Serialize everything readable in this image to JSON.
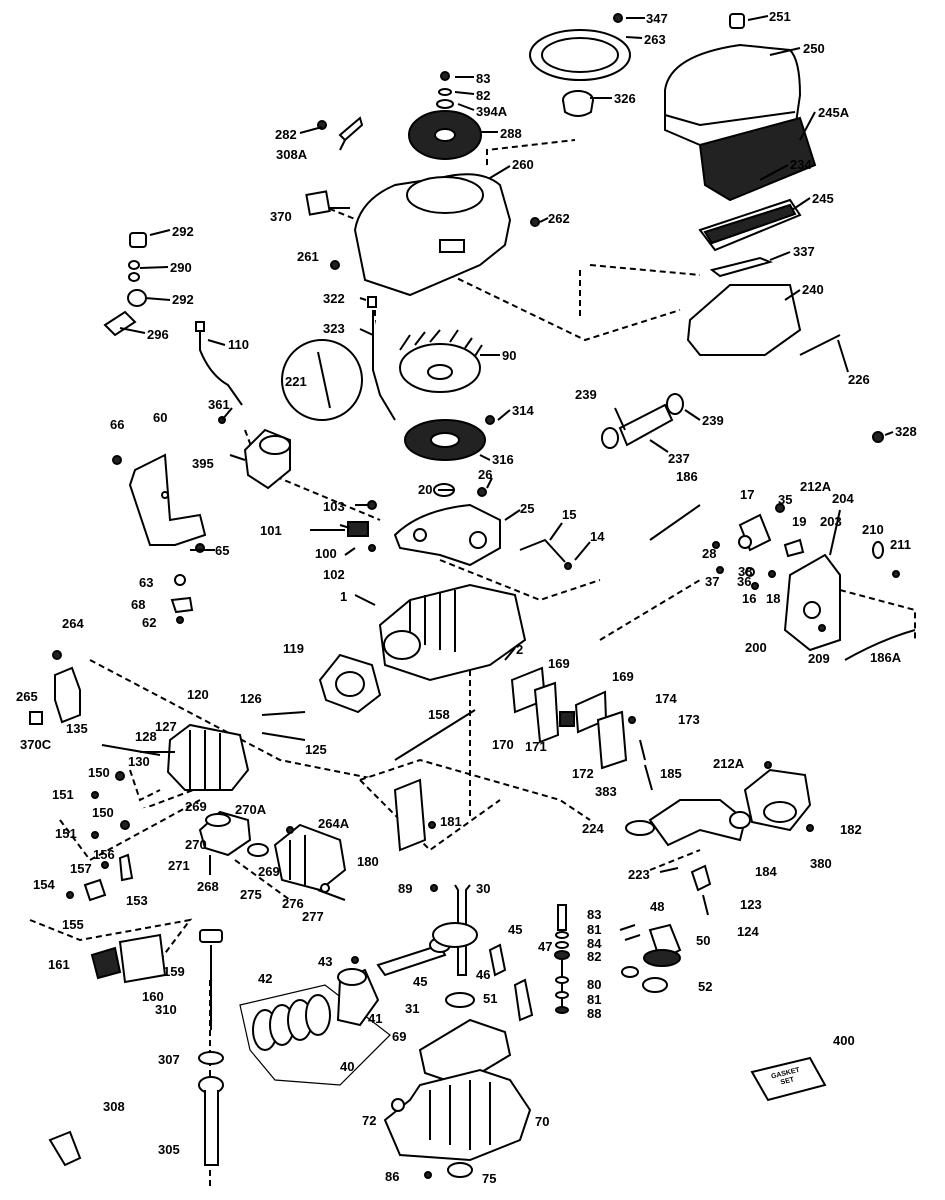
{
  "callouts": [
    {
      "label": "347"
    },
    {
      "label": "263"
    },
    {
      "label": "251"
    },
    {
      "label": "250"
    },
    {
      "label": "83"
    },
    {
      "label": "82"
    },
    {
      "label": "394A"
    },
    {
      "label": "326"
    },
    {
      "label": "282"
    },
    {
      "label": "308A"
    },
    {
      "label": "288"
    },
    {
      "label": "245A"
    },
    {
      "label": "260"
    },
    {
      "label": "234"
    },
    {
      "label": "370"
    },
    {
      "label": "245"
    },
    {
      "label": "292"
    },
    {
      "label": "290"
    },
    {
      "label": "262"
    },
    {
      "label": "261"
    },
    {
      "label": "337"
    },
    {
      "label": "292"
    },
    {
      "label": "322"
    },
    {
      "label": "240"
    },
    {
      "label": "296"
    },
    {
      "label": "323"
    },
    {
      "label": "110"
    },
    {
      "label": "90"
    },
    {
      "label": "221"
    },
    {
      "label": "226"
    },
    {
      "label": "239"
    },
    {
      "label": "361"
    },
    {
      "label": "314"
    },
    {
      "label": "239"
    },
    {
      "label": "66"
    },
    {
      "label": "60"
    },
    {
      "label": "237"
    },
    {
      "label": "328"
    },
    {
      "label": "395"
    },
    {
      "label": "316"
    },
    {
      "label": "186"
    },
    {
      "label": "20"
    },
    {
      "label": "26"
    },
    {
      "label": "17"
    },
    {
      "label": "212A"
    },
    {
      "label": "35"
    },
    {
      "label": "204"
    },
    {
      "label": "103"
    },
    {
      "label": "25"
    },
    {
      "label": "15"
    },
    {
      "label": "19"
    },
    {
      "label": "203"
    },
    {
      "label": "101"
    },
    {
      "label": "210"
    },
    {
      "label": "211"
    },
    {
      "label": "100"
    },
    {
      "label": "65"
    },
    {
      "label": "14"
    },
    {
      "label": "28"
    },
    {
      "label": "38"
    },
    {
      "label": "102"
    },
    {
      "label": "37"
    },
    {
      "label": "36"
    },
    {
      "label": "18"
    },
    {
      "label": "16"
    },
    {
      "label": "63"
    },
    {
      "label": "1"
    },
    {
      "label": "68"
    },
    {
      "label": "62"
    },
    {
      "label": "200"
    },
    {
      "label": "209"
    },
    {
      "label": "264"
    },
    {
      "label": "2"
    },
    {
      "label": "119"
    },
    {
      "label": "169"
    },
    {
      "label": "169"
    },
    {
      "label": "186A"
    },
    {
      "label": "265"
    },
    {
      "label": "120"
    },
    {
      "label": "126"
    },
    {
      "label": "174"
    },
    {
      "label": "370C"
    },
    {
      "label": "135"
    },
    {
      "label": "127"
    },
    {
      "label": "158"
    },
    {
      "label": "173"
    },
    {
      "label": "128"
    },
    {
      "label": "125"
    },
    {
      "label": "170"
    },
    {
      "label": "171"
    },
    {
      "label": "130"
    },
    {
      "label": "172"
    },
    {
      "label": "212A"
    },
    {
      "label": "150"
    },
    {
      "label": "383"
    },
    {
      "label": "185"
    },
    {
      "label": "151"
    },
    {
      "label": "269"
    },
    {
      "label": "270A"
    },
    {
      "label": "150"
    },
    {
      "label": "181"
    },
    {
      "label": "224"
    },
    {
      "label": "182"
    },
    {
      "label": "151"
    },
    {
      "label": "264A"
    },
    {
      "label": "270"
    },
    {
      "label": "156"
    },
    {
      "label": "271"
    },
    {
      "label": "180"
    },
    {
      "label": "380"
    },
    {
      "label": "157"
    },
    {
      "label": "268"
    },
    {
      "label": "269"
    },
    {
      "label": "184"
    },
    {
      "label": "153"
    },
    {
      "label": "275"
    },
    {
      "label": "223"
    },
    {
      "label": "154"
    },
    {
      "label": "276"
    },
    {
      "label": "89"
    },
    {
      "label": "30"
    },
    {
      "label": "123"
    },
    {
      "label": "277"
    },
    {
      "label": "155"
    },
    {
      "label": "83"
    },
    {
      "label": "48"
    },
    {
      "label": "45"
    },
    {
      "label": "81"
    },
    {
      "label": "124"
    },
    {
      "label": "84"
    },
    {
      "label": "50"
    },
    {
      "label": "47"
    },
    {
      "label": "82"
    },
    {
      "label": "161"
    },
    {
      "label": "159"
    },
    {
      "label": "43"
    },
    {
      "label": "46"
    },
    {
      "label": "42"
    },
    {
      "label": "45"
    },
    {
      "label": "52"
    },
    {
      "label": "160"
    },
    {
      "label": "80"
    },
    {
      "label": "310"
    },
    {
      "label": "41"
    },
    {
      "label": "51"
    },
    {
      "label": "81"
    },
    {
      "label": "31"
    },
    {
      "label": "88"
    },
    {
      "label": "400"
    },
    {
      "label": "69"
    },
    {
      "label": "307"
    },
    {
      "label": "40"
    },
    {
      "label": "308"
    },
    {
      "label": "72"
    },
    {
      "label": "70"
    },
    {
      "label": "305"
    },
    {
      "label": "86"
    },
    {
      "label": "75"
    }
  ],
  "gasket_kit_label": [
    "GASKET",
    "SET"
  ]
}
